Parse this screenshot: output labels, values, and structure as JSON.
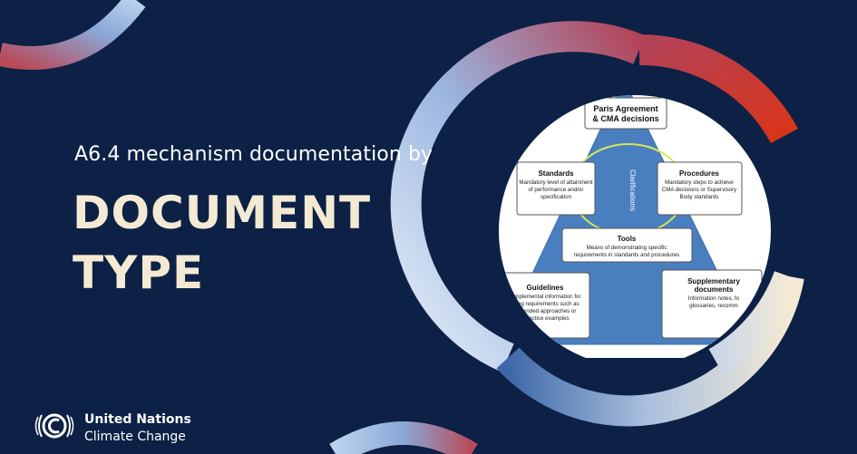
{
  "header": {
    "subtitle": "A6.4 mechanism documentation by",
    "title_line1": "DOCUMENT",
    "title_line2": "TYPE"
  },
  "diagram": {
    "apex": {
      "line1": "Paris Agreement",
      "line2": "& CMA decisions"
    },
    "standards": {
      "title": "Standards",
      "lines": [
        "Mandatory level of attainment",
        "of performance and/or",
        "specification"
      ]
    },
    "procedures": {
      "title": "Procedures",
      "lines": [
        "Mandatory steps to achieve",
        "CMA decisions or Supervisory",
        "Body standards"
      ]
    },
    "clarifications": "Clarifications",
    "tools": {
      "title": "Tools",
      "lines": [
        "Means of demonstrating specific",
        "requirements in standards and procedures"
      ]
    },
    "guidelines": {
      "title": "Guidelines",
      "lines": [
        "Supplemental information for",
        "ifying requirements such as",
        "mmended approaches or",
        "t practice examples"
      ]
    },
    "supplementary": {
      "title_line1": "Supplementary",
      "title_line2": "documents",
      "lines": [
        "Information notes, fo",
        "glossaries, recomm"
      ]
    }
  },
  "logo": {
    "org_line1": "United Nations",
    "org_line2": "Climate Change",
    "icon": "unfccc-logo-icon"
  },
  "colors": {
    "background": "#0c2145",
    "title": "#f4ead4",
    "pyramid": "#4a7fbf",
    "accent_red": "#d9341a",
    "accent_cream": "#f4ead4",
    "accent_blue": "#7fa7d8"
  }
}
